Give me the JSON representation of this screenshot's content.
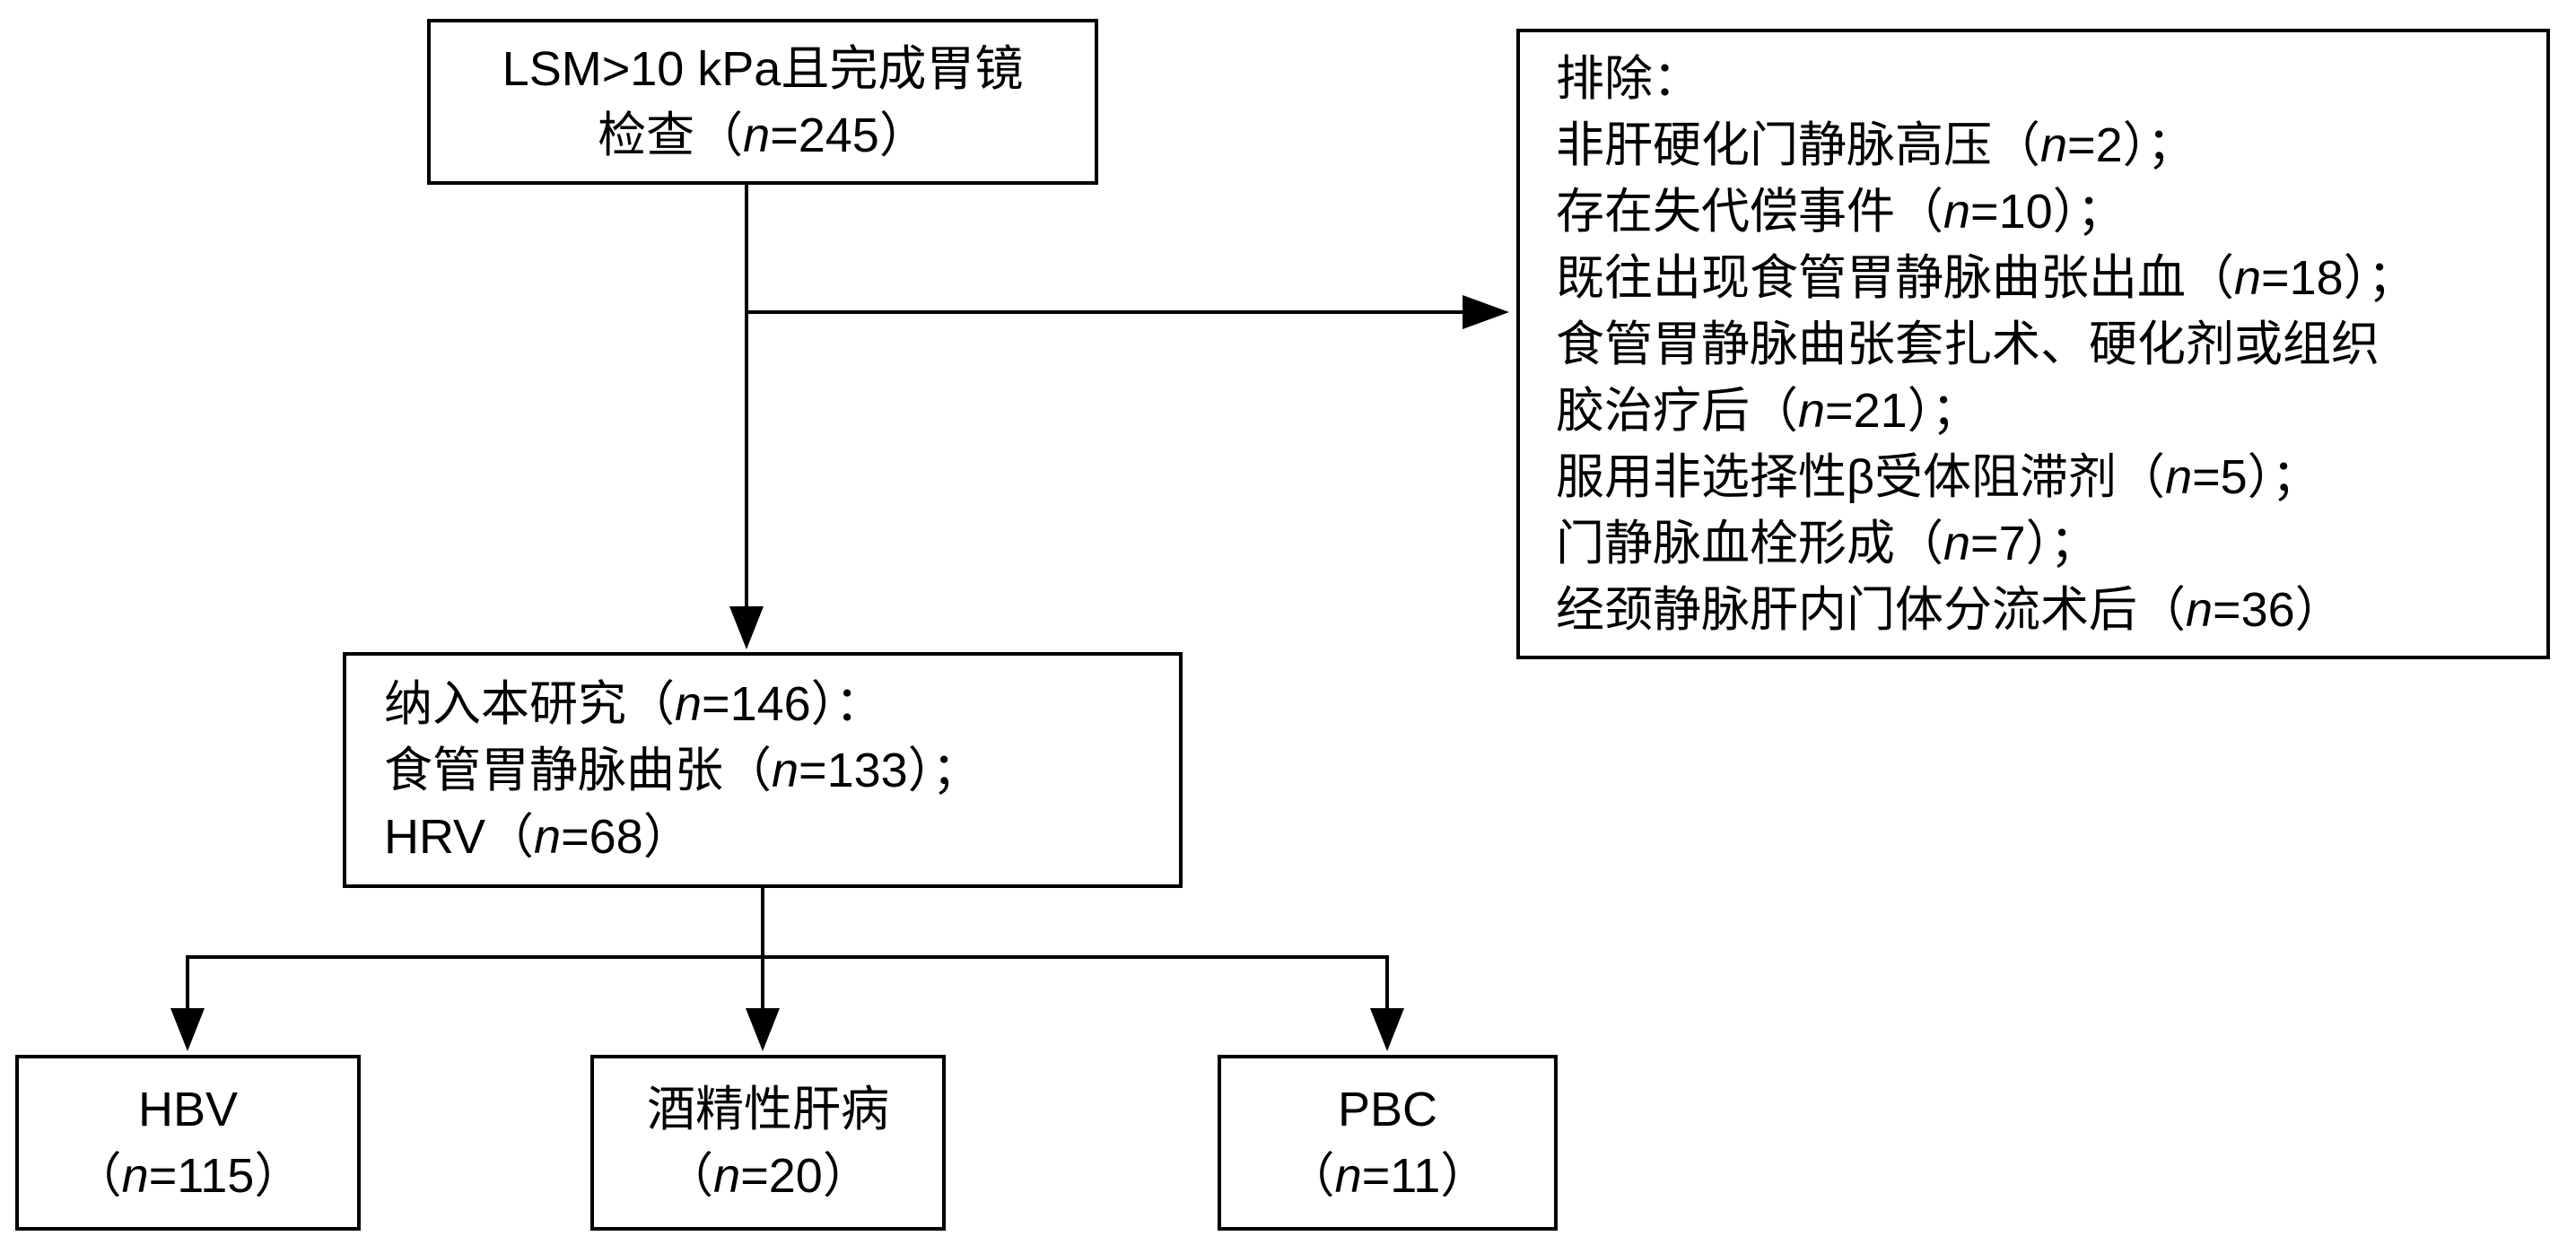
{
  "colors": {
    "background": "#ffffff",
    "line": "#000000",
    "text": "#000000"
  },
  "top_box": {
    "lines": [
      "LSM>10 kPa且完成胃镜",
      "检查（n=245）"
    ]
  },
  "exclusion_box": {
    "lines": [
      "排除：",
      "非肝硬化门静脉高压（n=2）；",
      "存在失代偿事件（n=10）；",
      "既往出现食管胃静脉曲张出血（n=18）；",
      "食管胃静脉曲张套扎术、硬化剂或组织",
      "胶治疗后（n=21）；",
      "服用非选择性β受体阻滞剂（n=5）；",
      "门静脉血栓形成（n=7）；",
      "经颈静脉肝内门体分流术后（n=36）"
    ]
  },
  "included_box": {
    "lines": [
      "纳入本研究（n=146）：",
      "食管胃静脉曲张（n=133）；",
      "HRV（n=68）"
    ]
  },
  "outcome_boxes": [
    {
      "lines": [
        "HBV",
        "（n=115）"
      ]
    },
    {
      "lines": [
        "酒精性肝病",
        "（n=20）"
      ]
    },
    {
      "lines": [
        "PBC",
        "（n=11）"
      ]
    }
  ]
}
